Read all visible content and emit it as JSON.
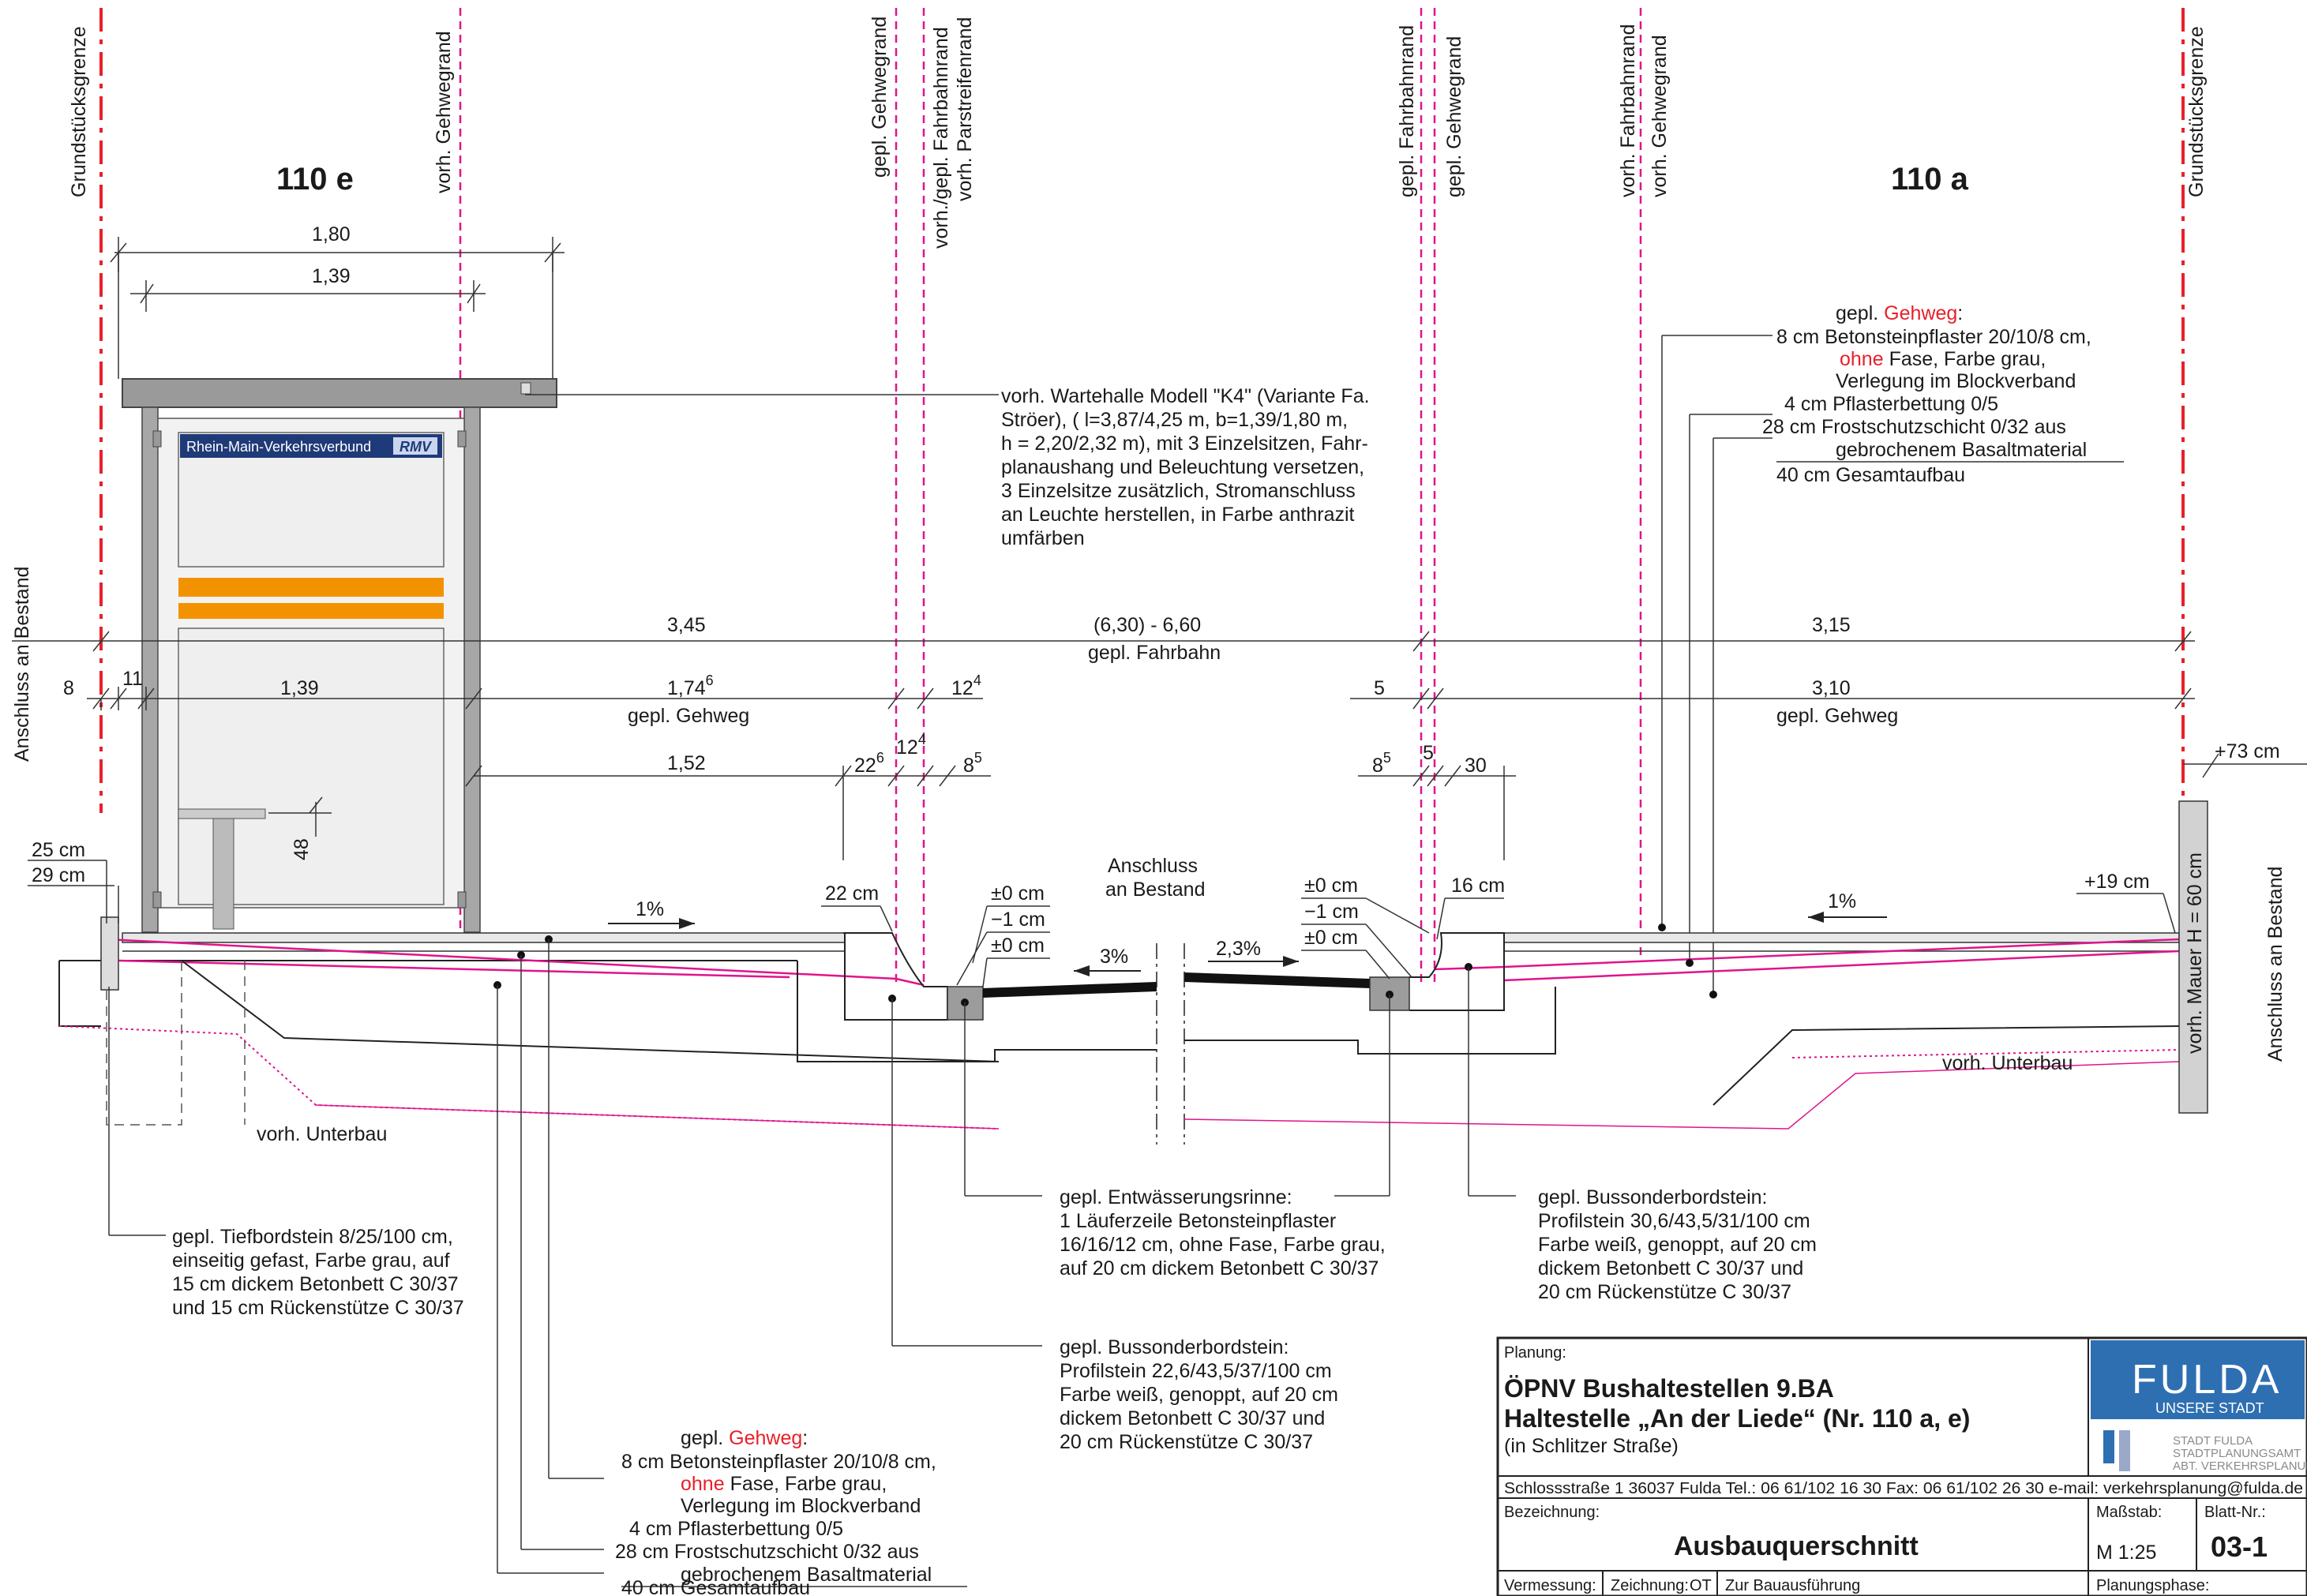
{
  "vertical_labels": {
    "left_boundary": "Grundstücksgrenze",
    "right_boundary": "Grundstücksgrenze",
    "existing_sidewalk_edge_left": "vorh. Gehwegrand",
    "planned_sidewalk_edge_left": "gepl. Gehwegrand",
    "lane_edge_left_1": "vorh./gepl. Fahrbahnrand",
    "lane_edge_left_2": "vorh. Parstreifenrand",
    "planned_lane_edge_right": "gepl. Fahrbahnrand",
    "planned_sidewalk_edge_right": "gepl. Gehwegrand",
    "existing_lane_edge_right": "vorh. Fahrbahnrand",
    "existing_sidewalk_edge_right": "vorh. Gehwegrand",
    "connection_left": "Anschluss an Bestand",
    "connection_right": "Anschluss an Bestand",
    "wall": "vorh. Mauer H = 60 cm"
  },
  "stops": {
    "left": "110 e",
    "right": "110 a"
  },
  "shelter_sign": {
    "text": "Rhein-Main-Verkehrsverbund",
    "logo": "RMV"
  },
  "dimensions": {
    "d180": "1,80",
    "d139_top": "1,39",
    "d345": "3,45",
    "fahrbahn": "(6,30) - 6,60",
    "fahrbahn_label": "gepl. Fahrbahn",
    "d315": "3,15",
    "d8": "8",
    "d11": "11",
    "d139": "1,39",
    "d174": "1,74",
    "d174_sup": "6",
    "d12": "12",
    "d12_sup": "4",
    "gehweg_left": "gepl. Gehweg",
    "d5": "5",
    "d310": "3,10",
    "gehweg_right": "gepl. Gehweg",
    "d152": "1,52",
    "d22": "22",
    "d22_sup": "6",
    "d12b": "12",
    "d12b_sup": "4",
    "d8b": "8",
    "d8b_sup": "5",
    "d8c": "8",
    "d8c_sup": "5",
    "d5b": "5",
    "d30": "30",
    "plus73": "+73 cm",
    "d48": "48"
  },
  "levels": {
    "cm25": "25 cm",
    "cm29": "29 cm",
    "slope_left": "1%",
    "cm22": "22 cm",
    "pm0a": "±0 cm",
    "m1a": "−1 cm",
    "pm0b": "±0 cm",
    "slope3": "3%",
    "anschluss_1": "Anschluss",
    "anschluss_2": "an Bestand",
    "slope23": "2,3%",
    "pm0c": "±0 cm",
    "m1b": "−1 cm",
    "pm0d": "±0 cm",
    "cm16": "16 cm",
    "slope_right": "1%",
    "plus19": "+19 cm",
    "unterbau_left": "vorh. Unterbau",
    "unterbau_right": "vorh. Unterbau"
  },
  "notes": {
    "shelter": [
      "vorh. Wartehalle Modell \"K4\" (Variante Fa.",
      "Ströer), ( l=3,87/4,25 m, b=1,39/1,80 m,",
      "h = 2,20/2,32 m), mit 3 Einzelsitzen, Fahr-",
      "planaushang und Beleuchtung versetzen,",
      "3 Einzelsitze zusätzlich, Stromanschluss",
      "an Leuchte herstellen, in Farbe anthrazit",
      "umfärben"
    ],
    "gehweg_right": {
      "title_a": "gepl. ",
      "title_b": "Gehweg",
      "title_c": ":",
      "l1": "8 cm Betonsteinpflaster 20/10/8 cm,",
      "l2a": "ohne",
      "l2b": " Fase, Farbe grau,",
      "l3": "Verlegung im Blockverband",
      "l4": "4 cm Pflasterbettung 0/5",
      "l5": "28 cm Frostschutzschicht 0/32 aus",
      "l6": "gebrochenem Basaltmaterial",
      "l7": "40 cm Gesamtaufbau"
    },
    "gehweg_left": {
      "title_a": "gepl. ",
      "title_b": "Gehweg",
      "title_c": ":",
      "l1": "8 cm Betonsteinpflaster 20/10/8 cm,",
      "l2a": "ohne",
      "l2b": " Fase, Farbe grau,",
      "l3": "Verlegung im Blockverband",
      "l4": "4 cm Pflasterbettung 0/5",
      "l5": "28 cm Frostschutzschicht 0/32 aus",
      "l6": "gebrochenem Basaltmaterial",
      "l7": "40 cm Gesamtaufbau"
    },
    "tiefbord": [
      "gepl. Tiefbordstein 8/25/100 cm,",
      "einseitig gefast, Farbe grau, auf",
      "15 cm dickem Betonbett C 30/37",
      "und 15 cm Rückenstütze C 30/37"
    ],
    "rinne": [
      "gepl. Entwässerungsrinne:",
      "1 Läuferzeile Betonsteinpflaster",
      "16/16/12 cm, ohne Fase, Farbe grau,",
      "auf 20 cm dickem Betonbett C 30/37"
    ],
    "bussonder_right": [
      "gepl. Bussonderbordstein:",
      "Profilstein 30,6/43,5/31/100 cm",
      "Farbe weiß, genoppt, auf 20 cm",
      "dickem Betonbett C 30/37 und",
      "20 cm Rückenstütze C 30/37"
    ],
    "bussonder_left": [
      "gepl. Bussonderbordstein:",
      "Profilstein 22,6/43,5/37/100 cm",
      "Farbe weiß, genoppt, auf 20 cm",
      "dickem Betonbett C 30/37 und",
      "20 cm Rückenstütze C 30/37"
    ]
  },
  "title_block": {
    "planung_label": "Planung:",
    "title1": "ÖPNV Bushaltestellen 9.BA",
    "title2": "Haltestelle „An der Liede“ (Nr. 110 a, e)",
    "title3": "(in Schlitzer Straße)",
    "logo_name": "FULDA",
    "logo_sub": "UNSERE STADT",
    "dept1": "STADT FULDA",
    "dept2": "STADTPLANUNGSAMT",
    "dept3": "ABT. VERKEHRSPLANUNG",
    "address": "Schlossstraße 1  36037 Fulda  Tel.: 06 61/102 16 30  Fax: 06 61/102 26 30  e-mail: verkehrsplanung@fulda.de",
    "bezeichnung_label": "Bezeichnung:",
    "bezeichnung": "Ausbauquerschnitt",
    "massstab_label": "Maßstab:",
    "massstab": "M 1:25",
    "blatt_label": "Blatt-Nr.:",
    "blatt": "03-1",
    "vermessung_label": "Vermessung:",
    "zeichnung_label": "Zeichnung:",
    "zeichnung": "OT",
    "ausfuehrung": "Zur Bauausführung",
    "planungsphase_label": "Planungsphase:"
  },
  "colors": {
    "pink": "#e0148c",
    "red": "#e8202a",
    "orange": "#f39200",
    "navy": "#1f3a78",
    "fulda_blue": "#2e6fb2"
  }
}
